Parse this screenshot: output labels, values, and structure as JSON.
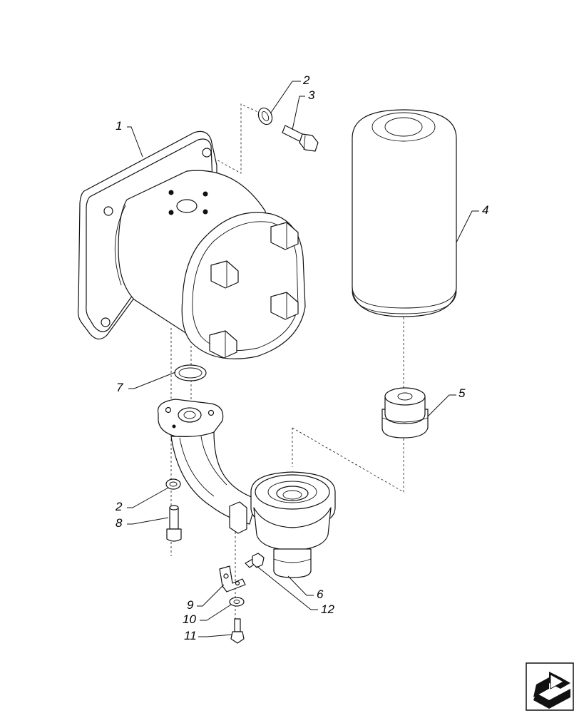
{
  "diagram": {
    "callouts": [
      {
        "id": "1",
        "label": "1"
      },
      {
        "id": "2a",
        "label": "2"
      },
      {
        "id": "3",
        "label": "3"
      },
      {
        "id": "4",
        "label": "4"
      },
      {
        "id": "5",
        "label": "5"
      },
      {
        "id": "7",
        "label": "7"
      },
      {
        "id": "2b",
        "label": "2"
      },
      {
        "id": "8",
        "label": "8"
      },
      {
        "id": "6",
        "label": "6"
      },
      {
        "id": "9",
        "label": "9"
      },
      {
        "id": "10",
        "label": "10"
      },
      {
        "id": "12",
        "label": "12"
      },
      {
        "id": "11",
        "label": "11"
      }
    ]
  },
  "navigation": {
    "icon": "return-arrow-icon"
  }
}
